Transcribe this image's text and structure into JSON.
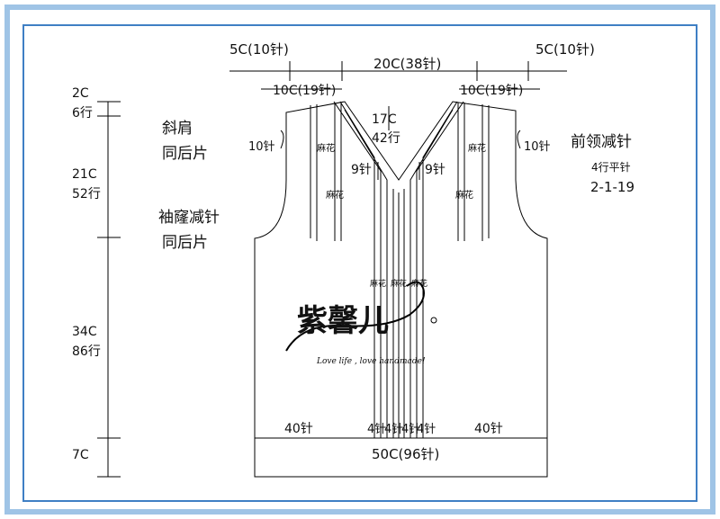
{
  "colors": {
    "border_outer": "#9fc4e6",
    "border_inner": "#3f7fc4",
    "line": "#000000",
    "text": "#111111"
  },
  "dimensions": {
    "top_left_shoulder": "5C(10针)",
    "top_center": "20C(38针)",
    "top_right_shoulder": "5C(10针)",
    "left_neck_width": "10C(19针)",
    "right_neck_width": "10C(19针)",
    "neck_depth": "17C",
    "neck_depth_rows": "42行",
    "left_side_2c": "2C",
    "left_side_6rows": "6行",
    "left_side_21c": "21C",
    "left_side_52rows": "52行",
    "left_side_34c": "34C",
    "left_side_86rows": "86行",
    "left_side_7c": "7C",
    "left_armhole_sts": "10针",
    "right_armhole_sts": "10针",
    "left_neck_sts": "9针",
    "right_neck_sts": "9针",
    "bottom_left_sts": "40针",
    "bottom_center_sts": [
      "4针",
      "4针",
      "4针",
      "4针"
    ],
    "bottom_right_sts": "40针",
    "hem_width": "50C(96针)"
  },
  "notes": {
    "shoulder_slope": "斜肩",
    "same_as_back_1": "同后片",
    "armhole_decrease": "袖窿减针",
    "same_as_back_2": "同后片",
    "front_neck_decrease": "前领减针",
    "decrease_rows": "4行平针",
    "decrease_formula": "2-1-19"
  },
  "cable_labels": {
    "left_upper": "麻花",
    "left_lower": "麻花",
    "right_upper": "麻花",
    "right_lower": "麻花",
    "center": [
      "麻花",
      "麻花",
      "麻花"
    ]
  },
  "watermark": {
    "logo_text": "紫馨儿",
    "slogan": "Love life , love handmade!"
  }
}
